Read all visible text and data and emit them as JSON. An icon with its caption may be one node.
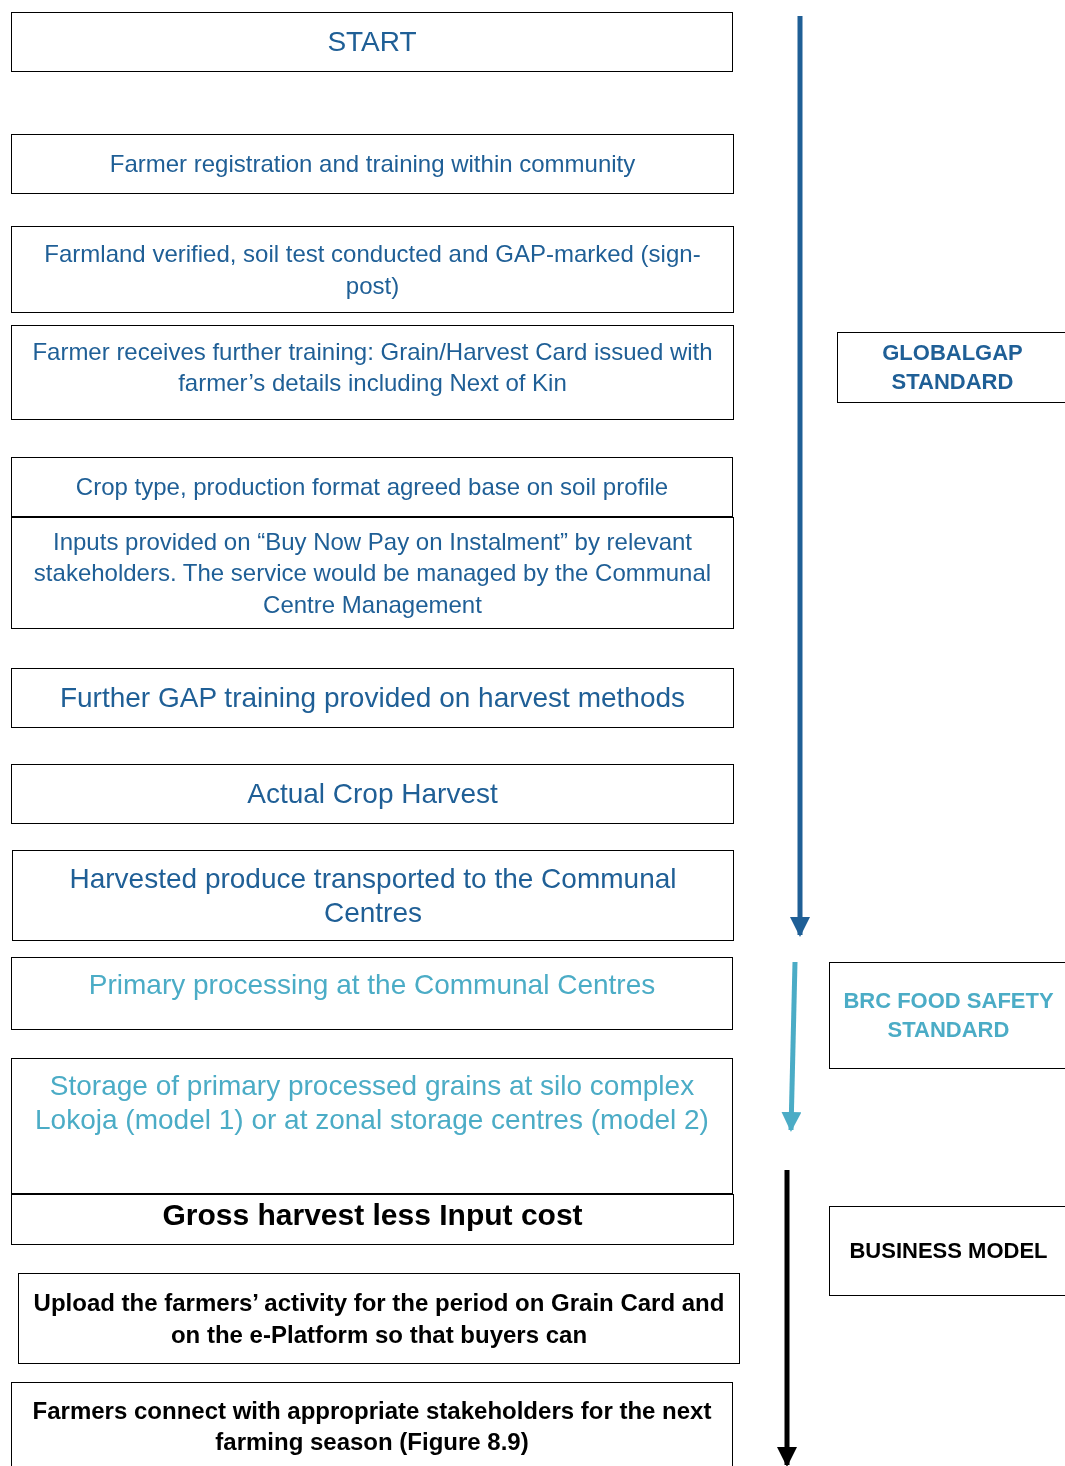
{
  "diagram": {
    "nodes": [
      {
        "text": [
          "START"
        ]
      },
      {
        "text": [
          "Farmer registration and training within community"
        ]
      },
      {
        "text": [
          "Farmland verified, soil test conducted and GAP-marked (sign-post)"
        ]
      },
      {
        "text": [
          "Farmer receives further training: Grain/Harvest Card issued with farmer’s details including Next of Kin"
        ]
      },
      {
        "text": [
          "Crop type, production format agreed base on soil profile"
        ]
      },
      {
        "text": [
          "Inputs provided on “Buy Now Pay on Instalment” by relevant stakeholders. The service would be managed by the Communal Centre Management"
        ]
      },
      {
        "text": [
          "Further GAP training provided on harvest methods"
        ]
      },
      {
        "text": [
          "Actual Crop Harvest"
        ]
      },
      {
        "text": [
          "Harvested produce transported to the Communal Centres"
        ]
      },
      {
        "text": [
          "Primary processing at the Communal Centres"
        ]
      },
      {
        "text": [
          "Storage of primary processed grains at silo complex Lokoja (model 1) or at zonal storage centres (model 2)"
        ]
      },
      {
        "text": [
          "Gross harvest less Input cost"
        ]
      },
      {
        "text": [
          "Upload the farmers’ activity for the period on  Grain Card and on the e-Platform so that **buyers can**"
        ]
      },
      {
        "text": [
          "Farmers connect with appropriate stakeholders for the next farming season (Figure 8.9)"
        ]
      },
      {
        "text": [
          "GLOBALGAP STANDARD"
        ]
      },
      {
        "text": [
          "BRC FOOD SAFETY STANDARD"
        ]
      },
      {
        "text": [
          "BUSINESS MODEL"
        ]
      }
    ]
  }
}
